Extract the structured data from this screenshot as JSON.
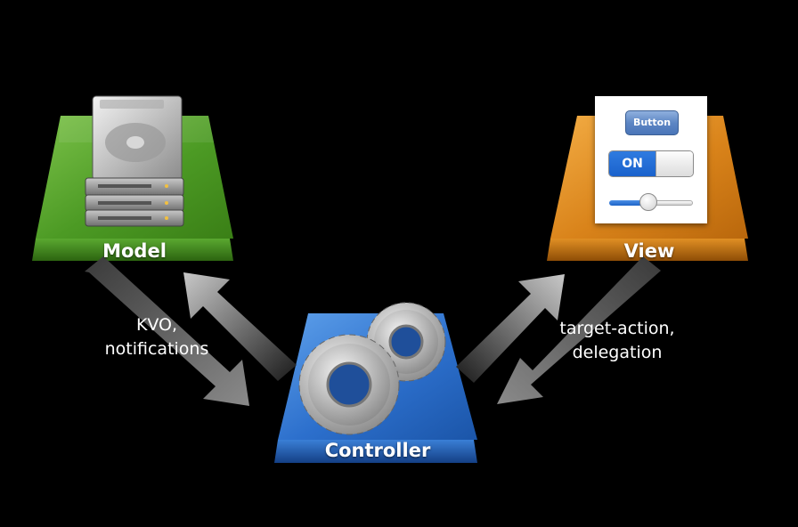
{
  "nodes": {
    "model": {
      "label": "Model",
      "color": "#3f8a1c"
    },
    "view": {
      "label": "View",
      "color": "#d07a12"
    },
    "controller": {
      "label": "Controller",
      "color": "#1f5fb8"
    }
  },
  "edges": {
    "left_label_line1": "KVO,",
    "left_label_line2": "notifications",
    "right_label_line1": "target-action,",
    "right_label_line2": "delegation"
  },
  "view_widgets": {
    "button_label": "Button",
    "switch_label": "ON",
    "slider_value": 0.47
  }
}
